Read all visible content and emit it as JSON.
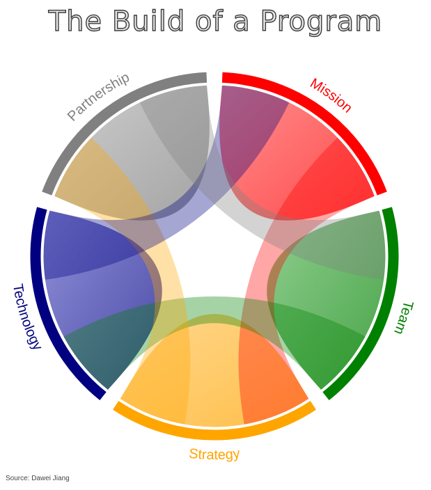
{
  "title": "The Build of a Program",
  "source": "Source: Dawei Jiang",
  "groups": [
    {
      "name": "Mission",
      "color": "#ff0000",
      "light": "#ff6666"
    },
    {
      "name": "Team",
      "color": "#008000",
      "light": "#66bb66"
    },
    {
      "name": "Strategy",
      "color": "#ffa500",
      "light": "#ffc966"
    },
    {
      "name": "Technology",
      "color": "#000080",
      "light": "#6666cc"
    },
    {
      "name": "Partnership",
      "color": "#808080",
      "light": "#bbbbbb"
    }
  ]
}
